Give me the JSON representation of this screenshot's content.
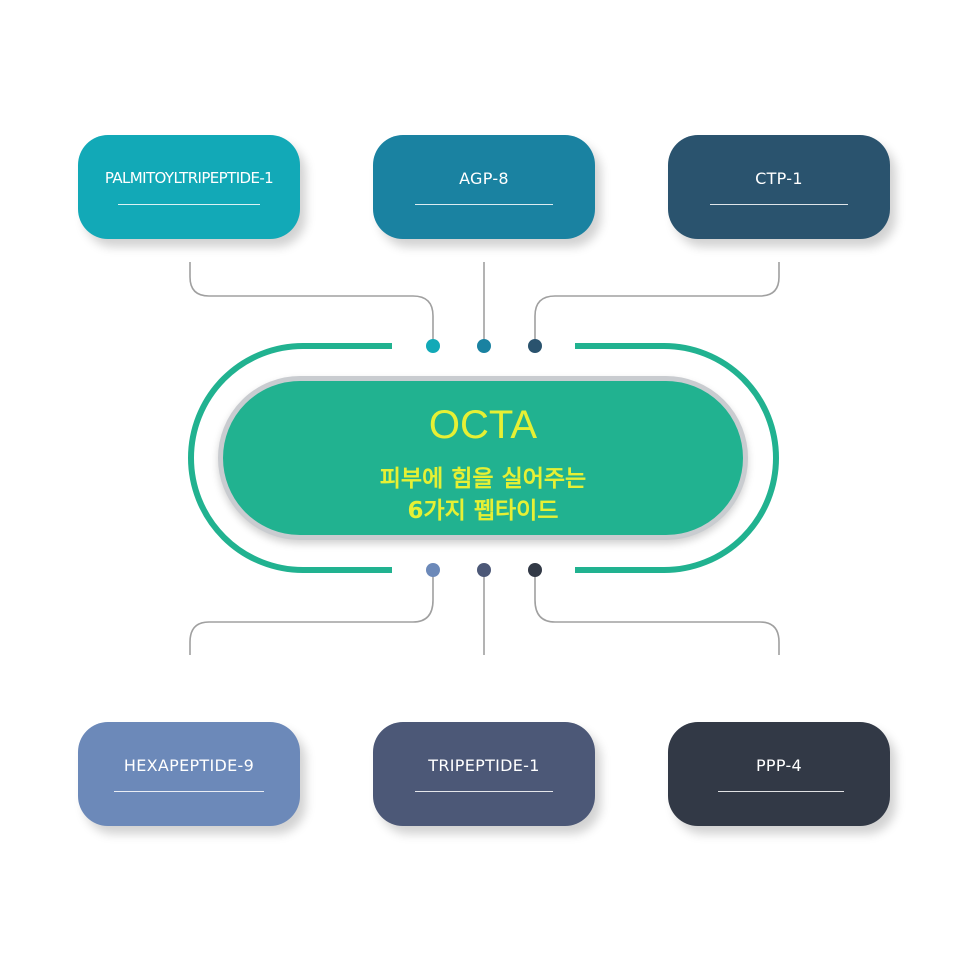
{
  "colors": {
    "box1": "#12a9b7",
    "box2": "#1a82a1",
    "box3": "#2a536e",
    "box4": "#6c89b9",
    "box5": "#4c5877",
    "box6": "#323946",
    "hub": "#21b290",
    "hub_ring": "#21b290",
    "hub_text": "#e6f034",
    "connector": "#a0a0a0",
    "dot_top": [
      "#12a9b7",
      "#1a82a1",
      "#2a536e"
    ],
    "dot_bottom": [
      "#6c89b9",
      "#4c5877",
      "#323946"
    ]
  },
  "hub": {
    "title": "OCTA",
    "subtitle_line1": "피부에 힘을 실어주는",
    "subtitle_line2": "6가지 펩타이드"
  },
  "peptides_top": [
    {
      "label": "PALMITOYLTRIPEPTIDE-1"
    },
    {
      "label": "AGP-8"
    },
    {
      "label": "CTP-1"
    }
  ],
  "peptides_bottom": [
    {
      "label": "HEXAPEPTIDE-9"
    },
    {
      "label": "TRIPEPTIDE-1"
    },
    {
      "label": "PPP-4"
    }
  ]
}
